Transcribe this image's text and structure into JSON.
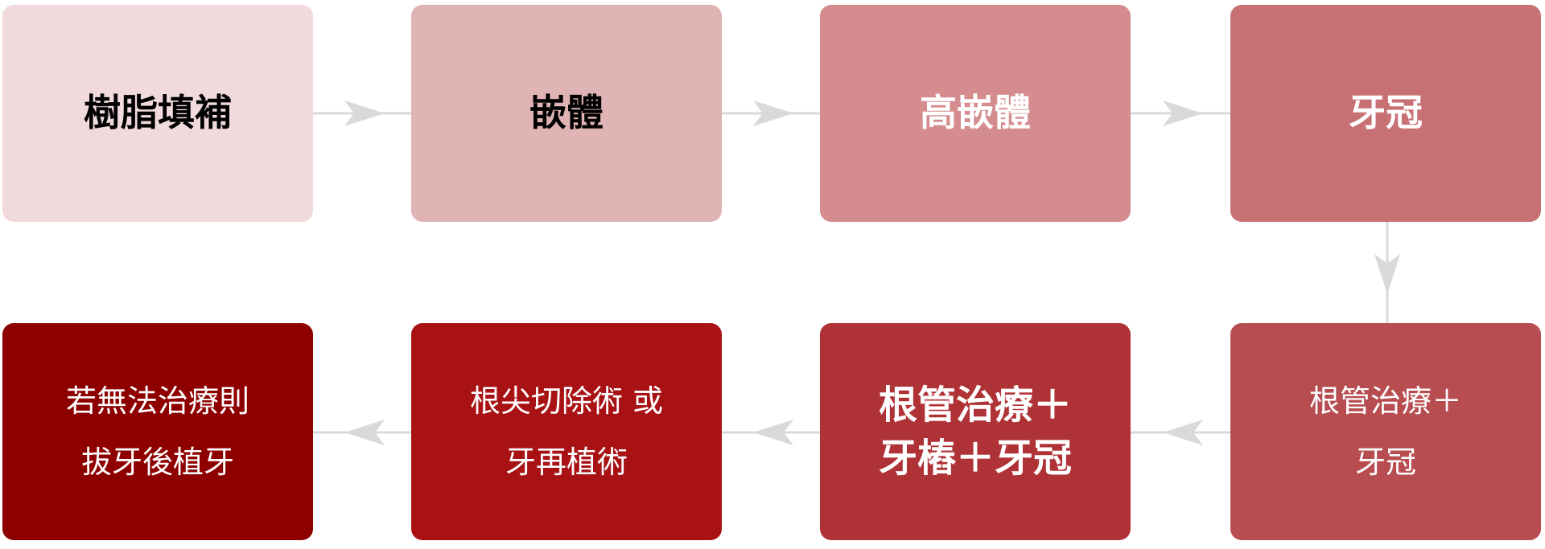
{
  "steps": [
    {
      "id": "resin-filling",
      "lines": [
        "樹脂填補"
      ],
      "color": "#f1dadb",
      "text_color": "#000000"
    },
    {
      "id": "inlay",
      "lines": [
        "嵌體"
      ],
      "color": "#e0b3b4",
      "text_color": "#000000"
    },
    {
      "id": "onlay",
      "lines": [
        "高嵌體"
      ],
      "color": "#d48c8e",
      "text_color": "#ffffff"
    },
    {
      "id": "crown",
      "lines": [
        "牙冠"
      ],
      "color": "#c87175",
      "text_color": "#ffffff"
    },
    {
      "id": "root-canal-crown",
      "lines": [
        "根管治療＋",
        "牙冠"
      ],
      "color": "#b74d51",
      "text_color": "#ffffff"
    },
    {
      "id": "root-canal-post-crown",
      "lines": [
        "根管治療＋",
        "牙樁＋牙冠"
      ],
      "color": "#af3236",
      "text_color": "#ffffff"
    },
    {
      "id": "apicoectomy-replant",
      "lines": [
        "根尖切除術 或",
        "牙再植術"
      ],
      "color": "#a81215",
      "text_color": "#ffffff"
    },
    {
      "id": "extraction-implant",
      "lines": [
        "若無法治療則",
        "拔牙後植牙"
      ],
      "color": "#8e0000",
      "text_color": "#ffffff"
    }
  ],
  "connector_color": "#d9d9d9"
}
